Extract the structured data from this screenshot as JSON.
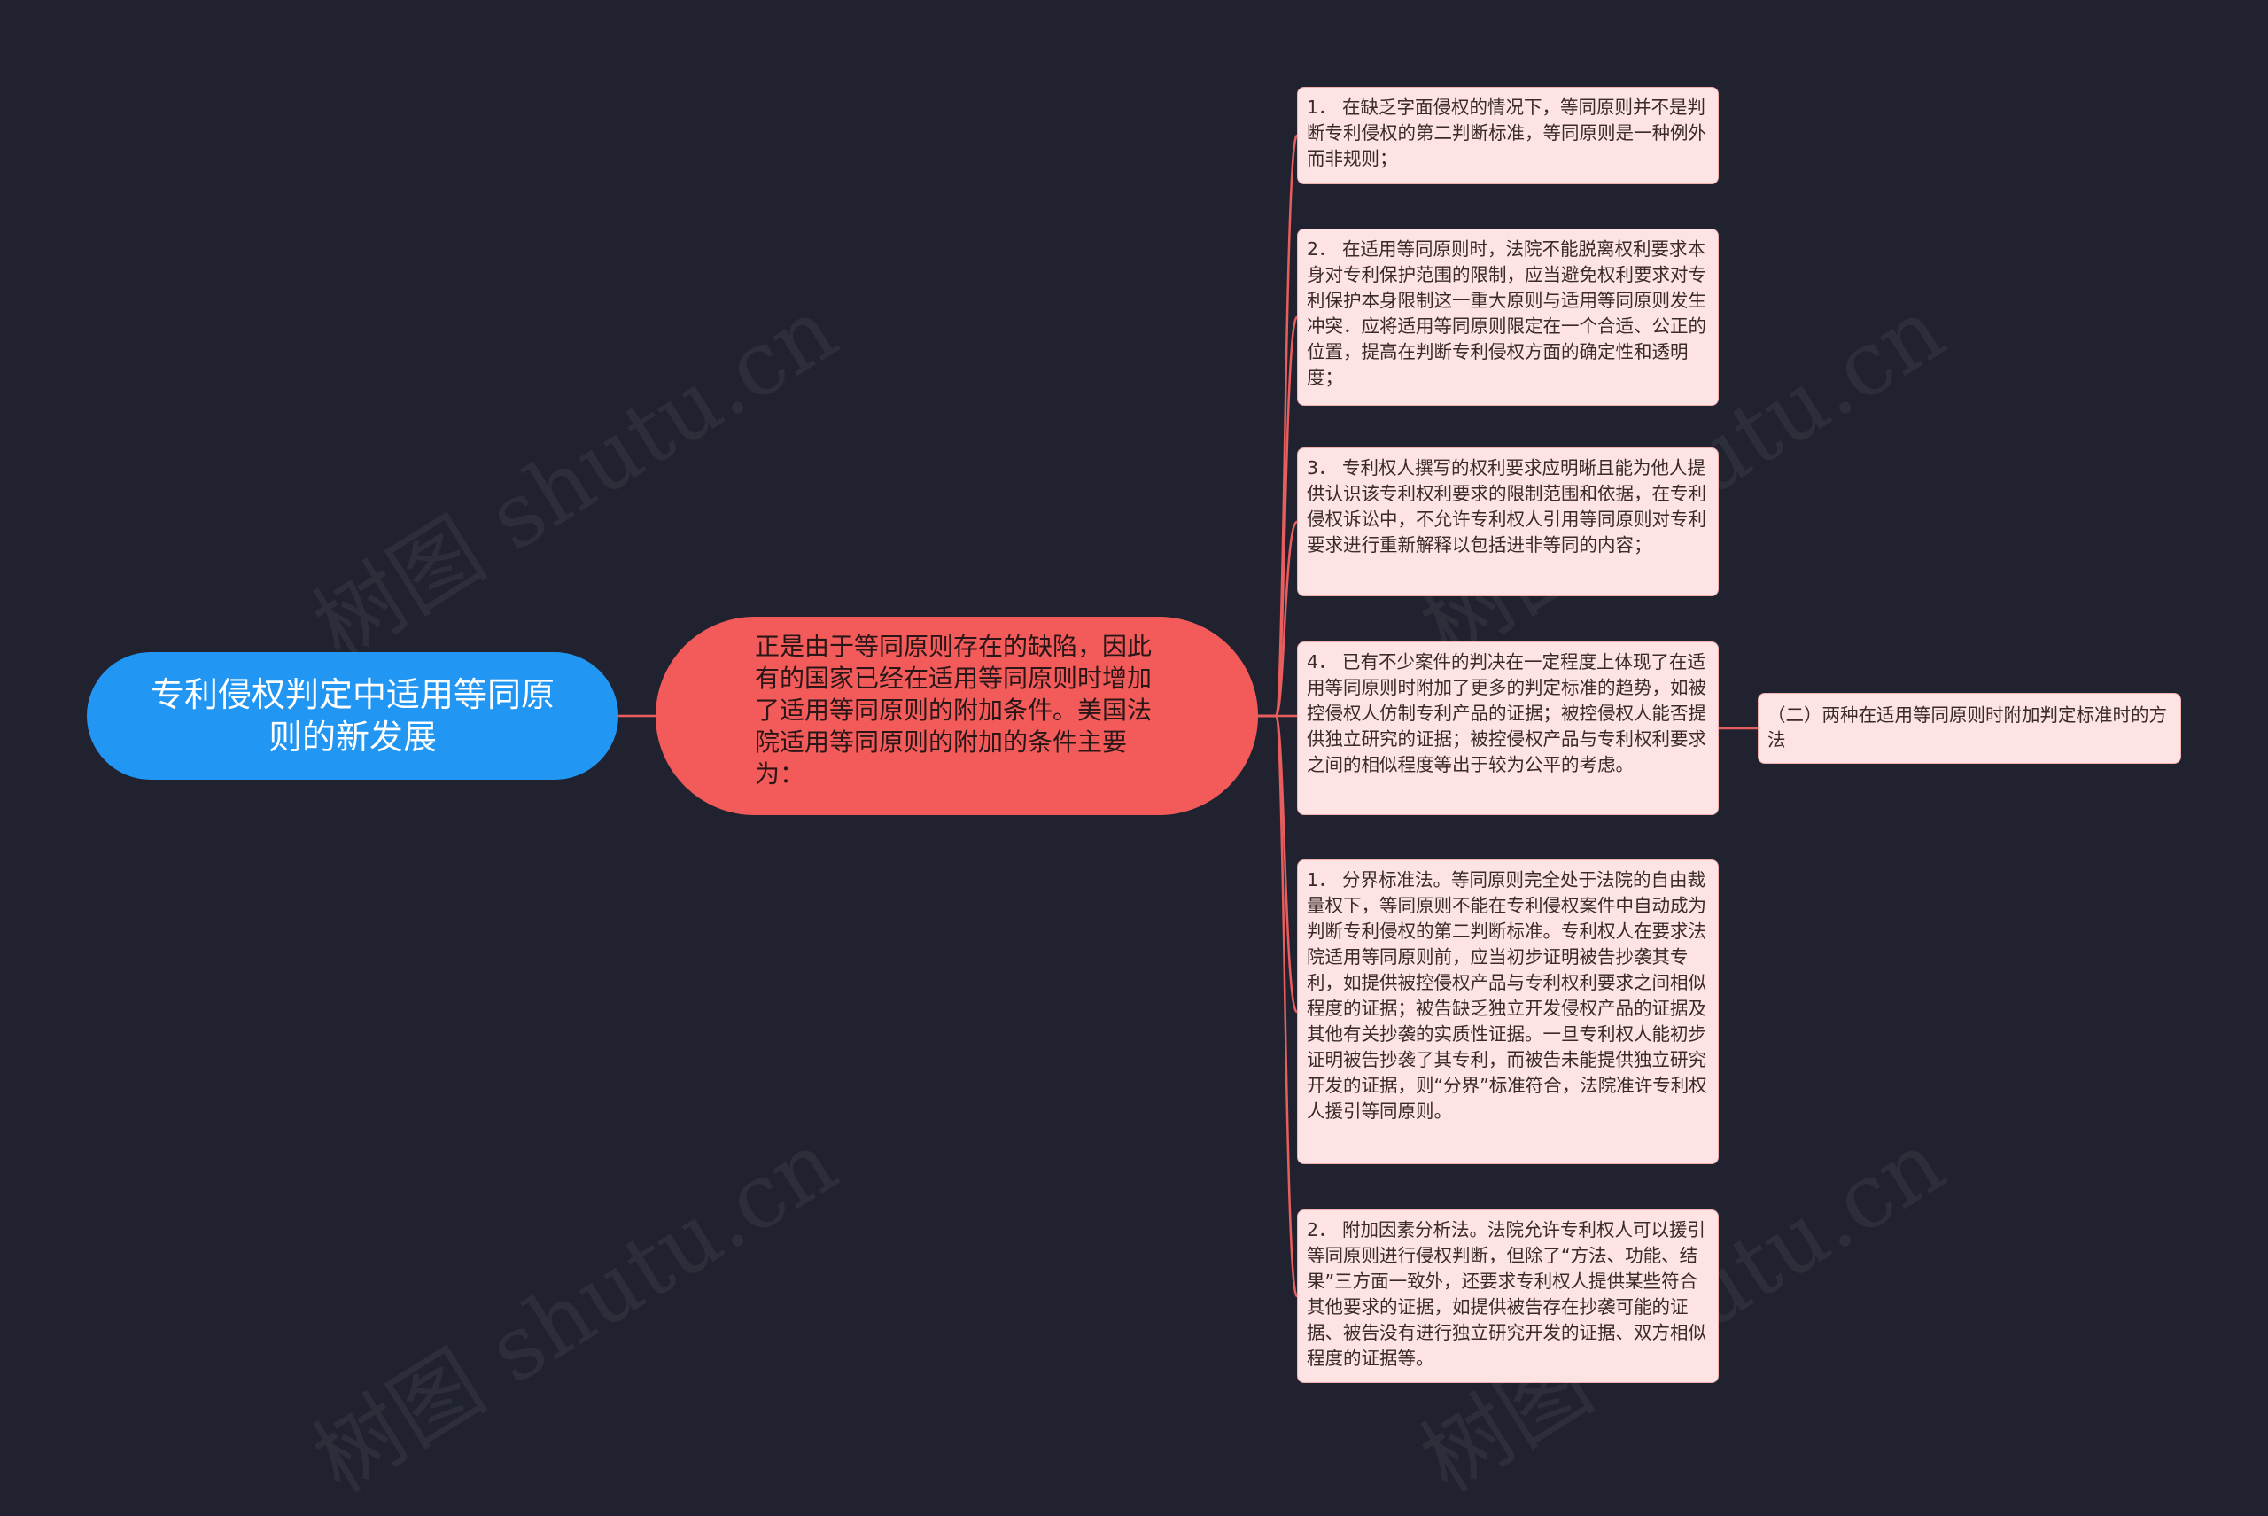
{
  "colors": {
    "background": "#20232f",
    "root_fill": "#2296f3",
    "center_fill": "#f35b5b",
    "leaf_fill": "#fde3e3",
    "leaf_border": "#f1b0b0",
    "edge": "#e85d5d"
  },
  "root": {
    "text": "专利侵权判定中适用等同原则的新发展"
  },
  "center": {
    "text": "正是由于等同原则存在的缺陷，因此有的国家已经在适用等同原则时增加了适用等同原则的附加条件。美国法院适用等同原则的附加的条件主要为："
  },
  "leaves": [
    {
      "text": "1． 在缺乏字面侵权的情况下，等同原则并不是判断专利侵权的第二判断标准，等同原则是一种例外而非规则；"
    },
    {
      "text": "2． 在适用等同原则时，法院不能脱离权利要求本身对专利保护范围的限制，应当避免权利要求对专利保护本身限制这一重大原则与适用等同原则发生冲突．应将适用等同原则限定在一个合适、公正的位置，提高在判断专利侵权方面的确定性和透明度；"
    },
    {
      "text": "3． 专利权人撰写的权利要求应明晰且能为他人提供认识该专利权利要求的限制范围和依据，在专利侵权诉讼中，不允许专利权人引用等同原则对专利要求进行重新解释以包括进非等同的内容；"
    },
    {
      "text": "4． 已有不少案件的判决在一定程度上体现了在适用等同原则时附加了更多的判定标准的趋势，如被控侵权人仿制专利产品的证据；被控侵权人能否提供独立研究的证据；被控侵权产品与专利权利要求之间的相似程度等出于较为公平的考虑。"
    },
    {
      "text": "1． 分界标准法。等同原则完全处于法院的自由裁量权下，等同原则不能在专利侵权案件中自动成为判断专利侵权的第二判断标准。专利权人在要求法院适用等同原则前，应当初步证明被告抄袭其专利，如提供被控侵权产品与专利权利要求之间相似程度的证据；被告缺乏独立开发侵权产品的证据及其他有关抄袭的实质性证据。一旦专利权人能初步证明被告抄袭了其专利，而被告未能提供独立研究开发的证据，则“分界”标准符合，法院准许专利权人援引等同原则。"
    },
    {
      "text": "2． 附加因素分析法。法院允许专利权人可以援引等同原则进行侵权判断，但除了“方法、功能、结果”三方面一致外，还要求专利权人提供某些符合其他要求的证据，如提供被告存在抄袭可能的证据、被告没有进行独立研究开发的证据、双方相似程度的证据等。"
    }
  ],
  "side_node": {
    "text": "（二）两种在适用等同原则时附加判定标准时的方法"
  },
  "watermark": {
    "text": "树图 shutu.cn"
  }
}
